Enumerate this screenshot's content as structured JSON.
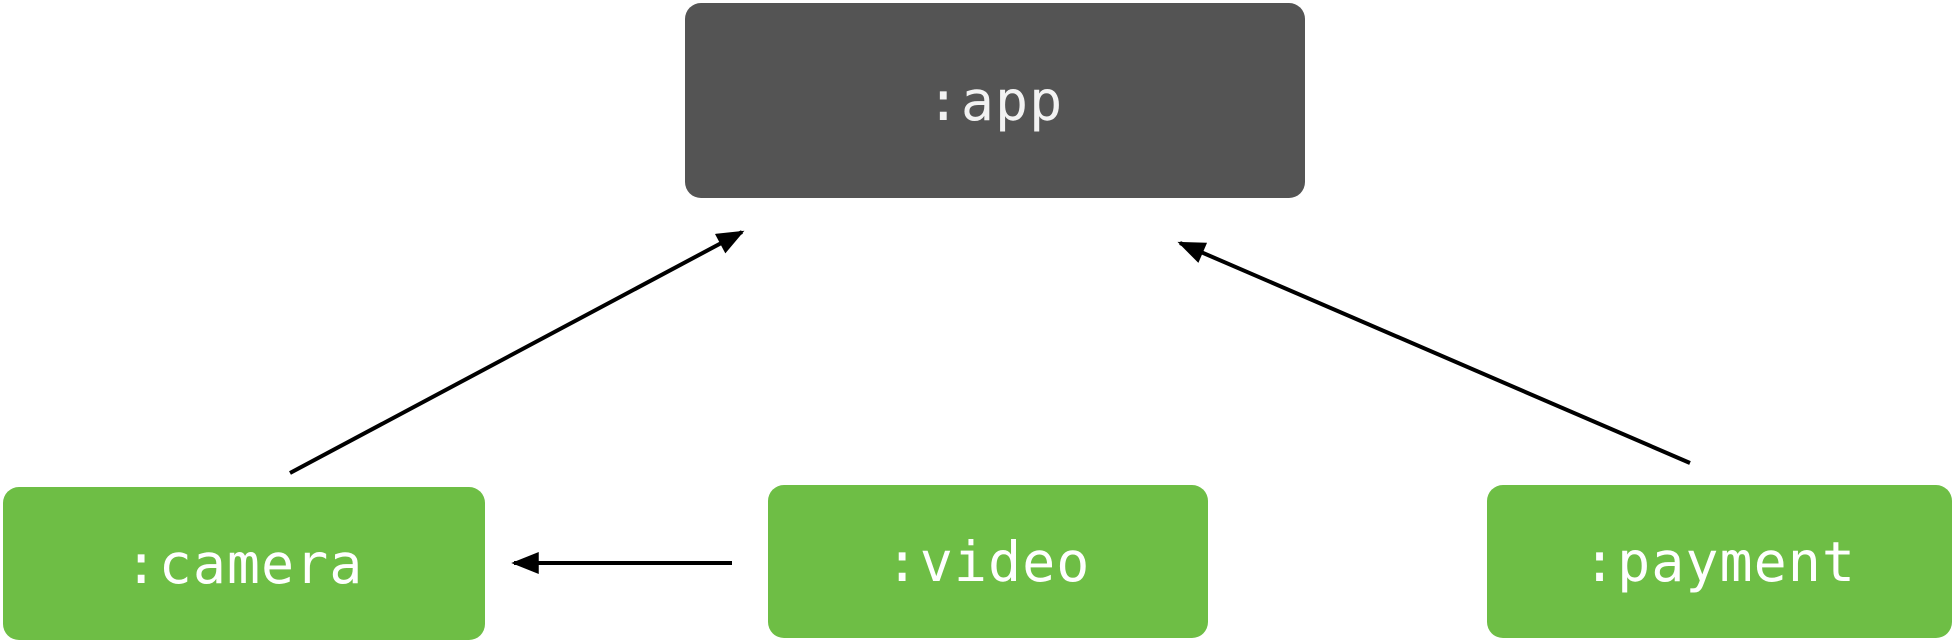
{
  "diagram": {
    "title": "module-dependency-graph",
    "nodes": [
      {
        "id": "app",
        "label": ":app",
        "fill": "#545454",
        "text_color": "#f2f2f2"
      },
      {
        "id": "camera",
        "label": ":camera",
        "fill": "#6ebe45",
        "text_color": "#ffffff"
      },
      {
        "id": "video",
        "label": ":video",
        "fill": "#6ebe45",
        "text_color": "#ffffff"
      },
      {
        "id": "payment",
        "label": ":payment",
        "fill": "#6ebe45",
        "text_color": "#ffffff"
      }
    ],
    "edges": [
      {
        "from": ":camera",
        "to": ":app"
      },
      {
        "from": ":payment",
        "to": ":app"
      },
      {
        "from": ":video",
        "to": ":camera"
      }
    ],
    "colors": {
      "background": "#ffffff",
      "node_dark": "#545454",
      "node_green": "#6ebe45",
      "arrow": "#000000"
    }
  }
}
